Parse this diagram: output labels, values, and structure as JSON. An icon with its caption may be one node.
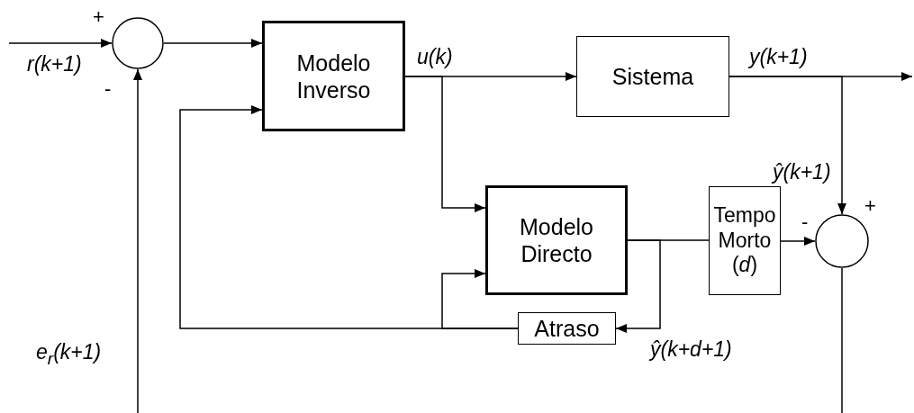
{
  "diagram": {
    "nodes": [
      {
        "text": [],
        "shape": "circle"
      },
      {
        "text": [
          "Modelo Inverso"
        ]
      },
      {
        "text": [
          "Sistema"
        ]
      },
      {
        "text": [
          "Modelo Directo"
        ]
      },
      {
        "text": [
          "Tempo Morto (*d*)"
        ]
      },
      {
        "text": [],
        "shape": "circle"
      },
      {
        "text": [
          "Atraso"
        ]
      }
    ],
    "edges": [
      {
        "from": null,
        "to": 0,
        "arrow": "to",
        "label": "r(k+1)"
      },
      {
        "from": 0,
        "to": 1,
        "arrow": "to"
      },
      {
        "from": 1,
        "to": 2,
        "arrow": "to",
        "label": "u(k)"
      },
      {
        "from": 2,
        "to": null,
        "arrow": "to",
        "label": "y(k+1)"
      },
      {
        "from": 2,
        "to": 5,
        "arrow": "to",
        "label": "ŷ(k+1)"
      },
      {
        "from": 1,
        "to": 3,
        "arrow": "to"
      },
      {
        "from": 3,
        "to": 4,
        "arrow": "none"
      },
      {
        "from": 3,
        "to": 6,
        "arrow": "to",
        "label": "ŷ(k+d+1)"
      },
      {
        "from": 4,
        "to": 5,
        "arrow": "to"
      },
      {
        "from": 6,
        "to": 1,
        "arrow": "to"
      },
      {
        "from": 6,
        "to": 3,
        "arrow": "to"
      },
      {
        "from": 5,
        "to": null,
        "arrow": "none"
      },
      {
        "from": null,
        "to": 0,
        "arrow": "to",
        "label": "e$_{r}$(k+1)"
      }
    ],
    "labels": [
      "+",
      "-",
      "+",
      "-"
    ]
  }
}
